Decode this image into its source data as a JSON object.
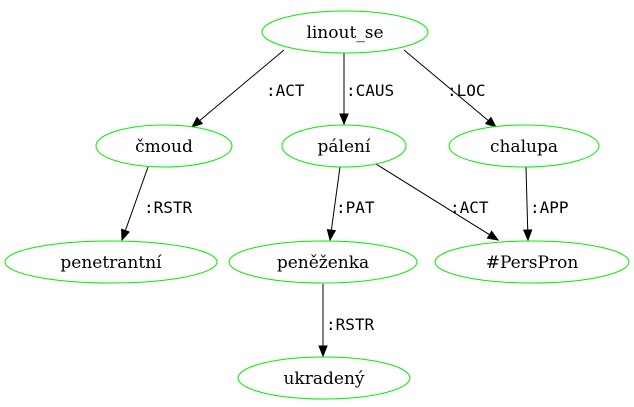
{
  "graph": {
    "node_color": "#00ee00",
    "edge_color": "#000000",
    "nodes": [
      {
        "id": "linout_se",
        "label": "linout_se"
      },
      {
        "id": "cmoud",
        "label": "čmoud"
      },
      {
        "id": "paleni",
        "label": "pálení"
      },
      {
        "id": "chalupa",
        "label": "chalupa"
      },
      {
        "id": "penetrantni",
        "label": "penetrantní"
      },
      {
        "id": "penezenka",
        "label": "peněženka"
      },
      {
        "id": "perspron",
        "label": "#PersPron"
      },
      {
        "id": "ukradeny",
        "label": "ukradený"
      }
    ],
    "edges": [
      {
        "from": "linout_se",
        "to": "cmoud",
        "label": ":ACT"
      },
      {
        "from": "linout_se",
        "to": "paleni",
        "label": ":CAUS"
      },
      {
        "from": "linout_se",
        "to": "chalupa",
        "label": ":LOC"
      },
      {
        "from": "cmoud",
        "to": "penetrantni",
        "label": ":RSTR"
      },
      {
        "from": "paleni",
        "to": "penezenka",
        "label": ":PAT"
      },
      {
        "from": "paleni",
        "to": "perspron",
        "label": ":ACT"
      },
      {
        "from": "chalupa",
        "to": "perspron",
        "label": ":APP"
      },
      {
        "from": "penezenka",
        "to": "ukradeny",
        "label": ":RSTR"
      }
    ]
  }
}
